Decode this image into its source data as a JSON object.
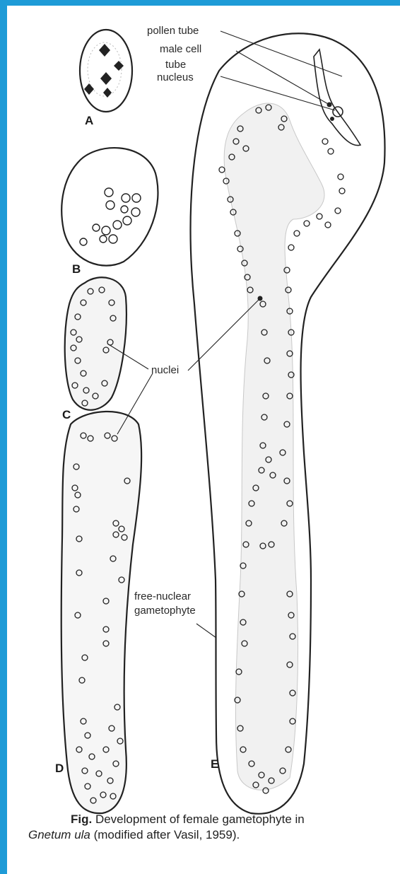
{
  "figure": {
    "panels": [
      "A",
      "B",
      "C",
      "D",
      "E"
    ],
    "labels": {
      "pollen_tube": "pollen tube",
      "male_cell": "male cell",
      "tube": "tube",
      "nucleus": "nucleus",
      "nuclei": "nuclei",
      "free_nuclear": "free-nuclear",
      "gametophyte": "gametophyte"
    },
    "colors": {
      "border": "#1e9bd7",
      "ink": "#222222",
      "cytoplasm": "#d9d9d9"
    }
  },
  "caption": {
    "prefix": "Fig.",
    "line1": " Development of female gametophyte in",
    "species": "Gnetum ula",
    "line2": " (modified after Vasil, 1959)."
  }
}
